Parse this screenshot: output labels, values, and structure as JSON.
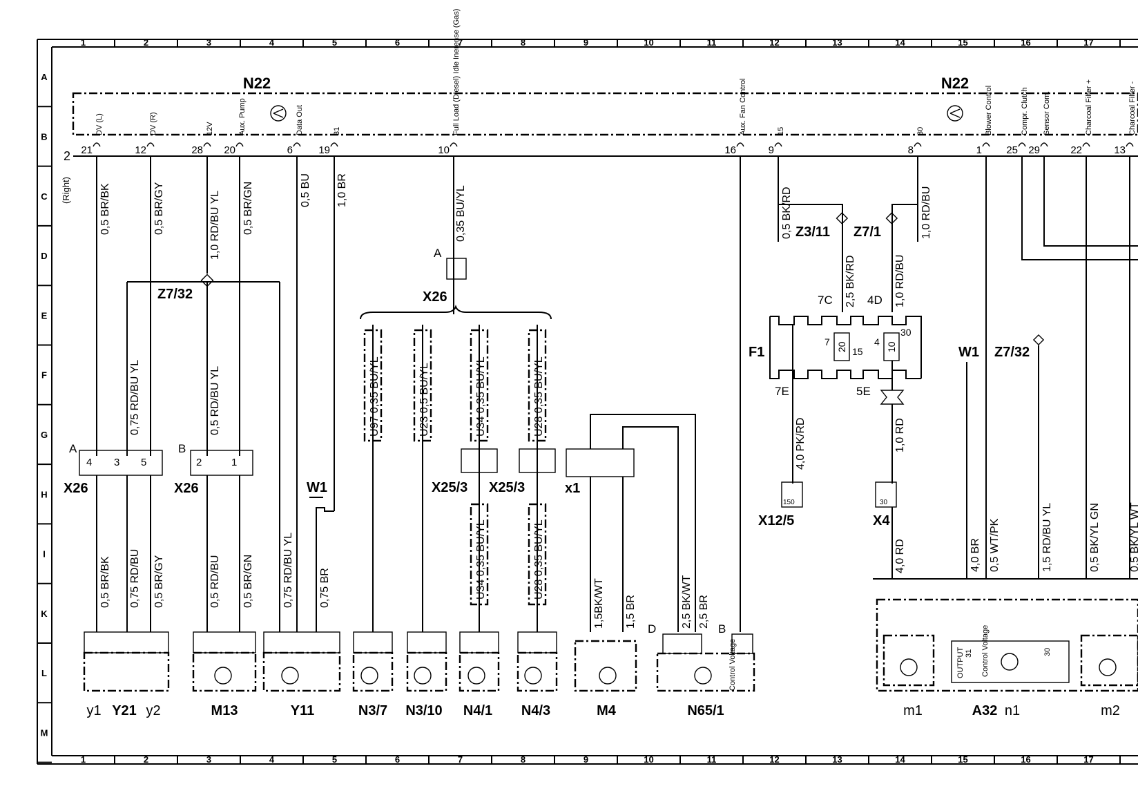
{
  "columns": [
    "1",
    "2",
    "3",
    "4",
    "5",
    "6",
    "7",
    "8",
    "9",
    "10",
    "11",
    "12",
    "13",
    "14",
    "15",
    "16",
    "17"
  ],
  "rows": [
    "A",
    "B",
    "C",
    "D",
    "E",
    "F",
    "G",
    "H",
    "I",
    "K",
    "L",
    "M"
  ],
  "n22": {
    "label": "N22",
    "pins_left": [
      {
        "num": "21",
        "name": "DV (L)",
        "wire": "0,5 BR/BK"
      },
      {
        "num": "12",
        "name": "DV (R)",
        "wire": "0,5 BR/GY"
      },
      {
        "num": "28",
        "name": "12V",
        "wire": "1,0 RD/BU YL"
      },
      {
        "num": "20",
        "name": "Aux. Pump",
        "wire": "0,5 BR/GN"
      },
      {
        "num": "6",
        "name": "Data Out",
        "wire": "0,5 BU"
      },
      {
        "num": "19",
        "name": "31",
        "wire": "1,0 BR"
      },
      {
        "num": "10",
        "name": "Full Load (Diesel) Idle Inerense (Gas)",
        "wire": "0,35 BU/YL"
      }
    ],
    "pins_right": [
      {
        "num": "16",
        "name": "Aux. Fan Control"
      },
      {
        "num": "9",
        "name": "15",
        "wire": "0,5 BK/RD"
      },
      {
        "num": "8",
        "name": "30",
        "wire": "1,0 RD/BU"
      },
      {
        "num": "1",
        "name": "Blower Control"
      },
      {
        "num": "25",
        "name": "Compr. Clutch"
      },
      {
        "num": "29",
        "name": "Sensor Com."
      },
      {
        "num": "22",
        "name": "Charcoal Filter +"
      },
      {
        "num": "13",
        "name": "Charcoal Filter -"
      }
    ],
    "side_label": "(Right)",
    "connector_2": "2"
  },
  "connectors": {
    "z7_32": "Z7/32",
    "x26": "X26",
    "a": "A",
    "b": "B",
    "d": "D",
    "w1": "W1",
    "x25_3": "X25/3",
    "x1": "x1",
    "z3_11": "Z3/11",
    "z7_1": "Z7/1",
    "f1": "F1",
    "x12_5": "X12/5",
    "x4": "X4",
    "fuse7": "7",
    "fuse15": "15",
    "fuse4": "4",
    "fuse30": "30",
    "fuse20": "20",
    "fuse10": "10",
    "f_7c": "7C",
    "f_4d": "4D",
    "f_7e": "7E",
    "f_5e": "5E",
    "x12_pin": "150",
    "x4_pin": "30"
  },
  "wires_lower": {
    "br_bk": "0,5 BR/BK",
    "rd_bu_075": "0,75 RD/BU",
    "br_gy": "0,5 BR/GY",
    "rd_bu_05": "0,5 RD/BU",
    "br_gn": "0,5 BR/GN",
    "rd_bu_yl_075": "0,75 RD/BU YL",
    "br_075": "0,75 BR",
    "rd_bu_yl_mid": "0,75 RD/BU YL",
    "rd_bu_yl_05": "0,5 RD/BU YL",
    "u97": "U97  0,35 BU/YL",
    "u23": "U23  0,5 BU/YL",
    "u34": "U34  0,35 BU/YL",
    "u28": "U28  0,35 BU/YL",
    "bk_wt_15": "1,5BK/WT",
    "br_15": "1,5 BR",
    "bk_wt_25": "2,5 BK/WT",
    "br_25": "2,5 BR",
    "bk_rd_25": "2,5 BK/RD",
    "rd_bu_10": "1,0 RD/BU",
    "pk_rd_40": "4,0 PK/RD",
    "rd_10": "1,0 RD",
    "rd_40": "4,0 RD",
    "br_40": "4,0 BR",
    "wt_pk": "0,5 WT/PK",
    "rd_bu_yl_15": "1,5 RD/BU YL",
    "bk_yl_gn": "0,5 BK/YL GN",
    "bk_yl_wt": "0,5 BK/YL WT"
  },
  "components": [
    {
      "id": "y1",
      "label": "y1"
    },
    {
      "id": "Y21",
      "label": "Y21"
    },
    {
      "id": "y2",
      "label": "y2"
    },
    {
      "id": "M13",
      "label": "M13"
    },
    {
      "id": "Y11",
      "label": "Y11"
    },
    {
      "id": "N3_7",
      "label": "N3/7"
    },
    {
      "id": "N3_10",
      "label": "N3/10"
    },
    {
      "id": "N4_1",
      "label": "N4/1"
    },
    {
      "id": "N4_3",
      "label": "N4/3"
    },
    {
      "id": "M4",
      "label": "M4"
    },
    {
      "id": "N65_1",
      "label": "N65/1"
    },
    {
      "id": "m1",
      "label": "m1"
    },
    {
      "id": "A32",
      "label": "A32"
    },
    {
      "id": "n1",
      "label": "n1"
    },
    {
      "id": "m2",
      "label": "m2"
    }
  ],
  "internal_labels": {
    "control_voltage": "Control Voltage",
    "output": "OUTPUT",
    "p31": "31",
    "p30": "30",
    "n65_control": "Control Voltage"
  }
}
